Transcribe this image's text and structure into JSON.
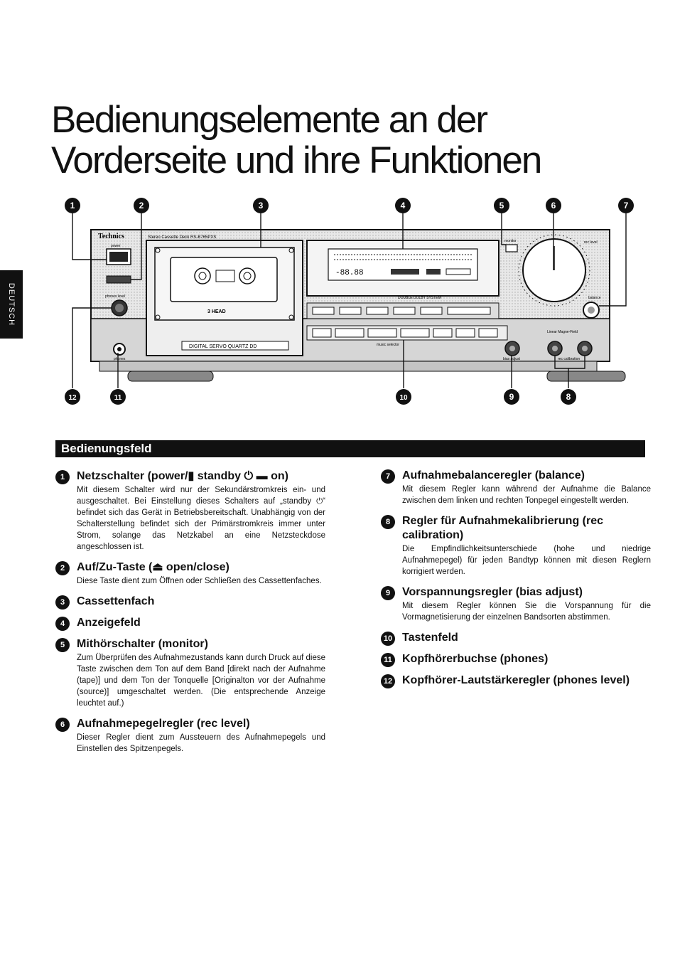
{
  "title": {
    "line1": "Bedienungselemente an der",
    "line2": "Vorderseite und ihre Funktionen"
  },
  "side_tab": "DEUTSCH",
  "section_heading": "Bedienungsfeld",
  "device": {
    "brand": "Technics",
    "model": "Stereo Cassette Deck RS-B765PXS",
    "label_power": "power",
    "label_monitor": "monitor",
    "label_rec_level": "rec level",
    "label_balance": "balance",
    "label_phones_level": "phones level",
    "label_phones": "phones",
    "label_dolby": "DOUBLE DOLBY SYSTEM",
    "label_head": "3 HEAD",
    "label_drive": "DIGITAL SERVO QUARTZ DD",
    "label_bias": "bias adjust",
    "label_rec_cal": "rec calibration",
    "label_music_selector": "music selector",
    "label_laser": "Linear Magne-Field",
    "display_counter": "-88.88"
  },
  "callouts": [
    "1",
    "2",
    "3",
    "4",
    "5",
    "6",
    "7",
    "8",
    "9",
    "10",
    "11",
    "12"
  ],
  "items_left": [
    {
      "num": "1",
      "title": "Netzschalter (power/▮ standby ⏻ ▬ on)",
      "desc": "Mit diesem Schalter wird nur der Sekundärstromkreis ein- und ausgeschaltet. Bei Einstellung dieses Schalters auf „standby ⏻“ befindet sich das Gerät in Betriebsbereitschaft. Unabhängig von der Schalterstellung befindet sich der Primärstromkreis immer unter Strom, solange das Netzkabel an eine Netzsteckdose angeschlossen ist."
    },
    {
      "num": "2",
      "title": "Auf/Zu-Taste (⏏ open/close)",
      "desc": "Diese Taste dient zum Öffnen oder Schließen des Cassettenfaches."
    },
    {
      "num": "3",
      "title": "Cassettenfach",
      "desc": ""
    },
    {
      "num": "4",
      "title": "Anzeigefeld",
      "desc": ""
    },
    {
      "num": "5",
      "title": "Mithörschalter (monitor)",
      "desc": "Zum Überprüfen des Aufnahmezustands kann durch Druck auf diese Taste zwischen dem Ton auf dem Band [direkt nach der Aufnahme (tape)] und dem Ton der Tonquelle [Originalton vor der Aufnahme (source)] umgeschaltet werden. (Die entsprechende Anzeige leuchtet auf.)"
    },
    {
      "num": "6",
      "title": "Aufnahmepegelregler (rec level)",
      "desc": "Dieser Regler dient zum Aussteuern des Aufnahmepegels und Einstellen des Spitzenpegels."
    }
  ],
  "items_right": [
    {
      "num": "7",
      "title": "Aufnahmebalanceregler (balance)",
      "desc": "Mit diesem Regler kann während der Aufnahme die Balance zwischen dem linken und rechten Tonpegel eingestellt werden."
    },
    {
      "num": "8",
      "title": "Regler für Aufnahmekalibrierung (rec calibration)",
      "desc": "Die Empfindlichkeitsunterschiede (hohe und niedrige Aufnahmepegel) für jeden Bandtyp können mit diesen Reglern korrigiert werden."
    },
    {
      "num": "9",
      "title": "Vorspannungsregler (bias adjust)",
      "desc": "Mit diesem Regler können Sie die Vorspannung für die Vormagnetisierung der einzelnen Bandsorten abstimmen."
    },
    {
      "num": "10",
      "title": "Tastenfeld",
      "desc": ""
    },
    {
      "num": "11",
      "title": "Kopfhörerbuchse (phones)",
      "desc": ""
    },
    {
      "num": "12",
      "title": "Kopfhörer-Lautstärkeregler (phones level)",
      "desc": ""
    }
  ]
}
